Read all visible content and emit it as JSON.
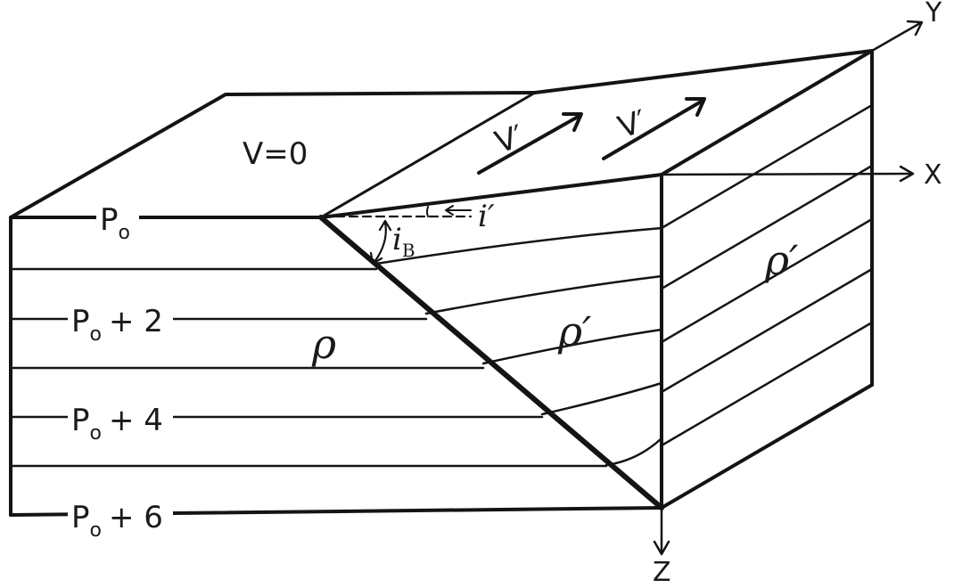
{
  "diagram": {
    "velocity_still": "V=0",
    "velocity_moving": "V′",
    "axes": {
      "x": "X",
      "y": "Y",
      "z": "Z"
    },
    "pressure": {
      "base": "P",
      "subscript": "o",
      "levels": [
        "",
        "+ 2",
        "+ 4",
        "+ 6"
      ]
    },
    "density_lower": "ρ",
    "density_upper": "ρ′",
    "angle_interface": "i",
    "angle_interface_sub": "B",
    "angle_isobar": "i′"
  }
}
